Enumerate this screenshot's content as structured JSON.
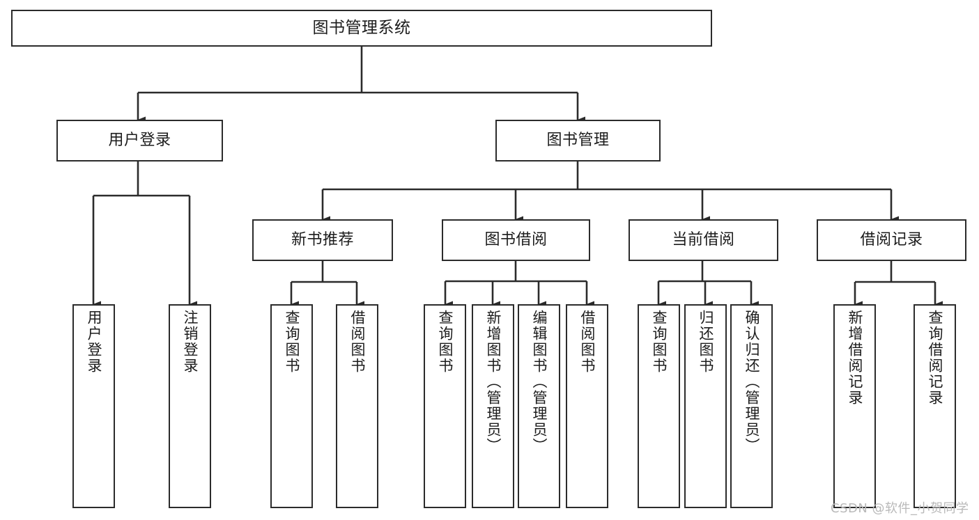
{
  "diagram": {
    "title": "图书管理系统",
    "type": "tree-hierarchy",
    "colors": {
      "stroke": "#2b2b2b",
      "fill": "#ffffff",
      "text": "#1c1c1c",
      "watermark": "#b9b9b9"
    },
    "watermark": "CSDN @软件_小贺同学",
    "nodes": {
      "root": {
        "label": "图书管理系统",
        "level": 0,
        "orientation": "horizontal"
      },
      "l1": [
        {
          "id": "user_login",
          "label": "用户登录",
          "level": 1,
          "orientation": "horizontal"
        },
        {
          "id": "book_manage",
          "label": "图书管理",
          "level": 1,
          "orientation": "horizontal"
        }
      ],
      "l2": [
        {
          "id": "new_book_rec",
          "label": "新书推荐",
          "level": 2,
          "orientation": "horizontal",
          "parent": "book_manage"
        },
        {
          "id": "book_borrow",
          "label": "图书借阅",
          "level": 2,
          "orientation": "horizontal",
          "parent": "book_manage"
        },
        {
          "id": "current_borrow",
          "label": "当前借阅",
          "level": 2,
          "orientation": "horizontal",
          "parent": "book_manage"
        },
        {
          "id": "borrow_record",
          "label": "借阅记录",
          "level": 2,
          "orientation": "horizontal",
          "parent": "book_manage"
        }
      ],
      "leaves": [
        {
          "id": "leaf_user_login",
          "label": "用户登录",
          "parent": "user_login",
          "orientation": "vertical"
        },
        {
          "id": "leaf_user_logout",
          "label": "注销登录",
          "parent": "user_login",
          "orientation": "vertical"
        },
        {
          "id": "leaf_query_book_1",
          "label": "查询图书",
          "parent": "new_book_rec",
          "orientation": "vertical"
        },
        {
          "id": "leaf_borrow_book_1",
          "label": "借阅图书",
          "parent": "new_book_rec",
          "orientation": "vertical"
        },
        {
          "id": "leaf_query_book_2",
          "label": "查询图书",
          "parent": "book_borrow",
          "orientation": "vertical"
        },
        {
          "id": "leaf_add_book",
          "label": "新增图书（管理员）",
          "parent": "book_borrow",
          "orientation": "vertical"
        },
        {
          "id": "leaf_edit_book",
          "label": "编辑图书（管理员）",
          "parent": "book_borrow",
          "orientation": "vertical"
        },
        {
          "id": "leaf_borrow_book_2",
          "label": "借阅图书",
          "parent": "book_borrow",
          "orientation": "vertical"
        },
        {
          "id": "leaf_query_book_3",
          "label": "查询图书",
          "parent": "current_borrow",
          "orientation": "vertical"
        },
        {
          "id": "leaf_return_book",
          "label": "归还图书",
          "parent": "current_borrow",
          "orientation": "vertical"
        },
        {
          "id": "leaf_confirm_return",
          "label": "确认归还（管理员）",
          "parent": "current_borrow",
          "orientation": "vertical"
        },
        {
          "id": "leaf_add_record",
          "label": "新增借阅记录",
          "parent": "borrow_record",
          "orientation": "vertical"
        },
        {
          "id": "leaf_query_record",
          "label": "查询借阅记录",
          "parent": "borrow_record",
          "orientation": "vertical"
        }
      ]
    }
  }
}
